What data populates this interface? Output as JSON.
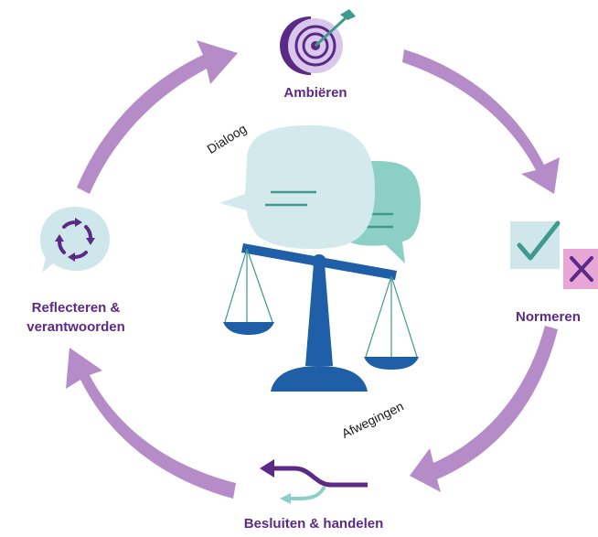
{
  "steps": {
    "ambieren": "Ambiëren",
    "normeren": "Normeren",
    "besluiten": "Besluiten & handelen",
    "reflecteren_line1": "Reflecteren &",
    "reflecteren_line2": "verantwoorden"
  },
  "center": {
    "dialoog": "Dialoog",
    "afwegingen": "Afwegingen"
  },
  "colors": {
    "cycle_arrow": "#b58bc8",
    "label_purple": "#5b2a86",
    "scale_blue": "#1f5fa8",
    "bubble_light": "#d3e9ec",
    "bubble_teal": "#8ccfc4",
    "check_green": "#3e9a8c",
    "cross_pink": "#e8a6d6"
  },
  "icons": [
    "target-icon",
    "check-icon",
    "cross-icon",
    "fork-arrow-icon",
    "refresh-cycle-icon",
    "speech-bubbles-icon",
    "balance-scale-icon"
  ]
}
